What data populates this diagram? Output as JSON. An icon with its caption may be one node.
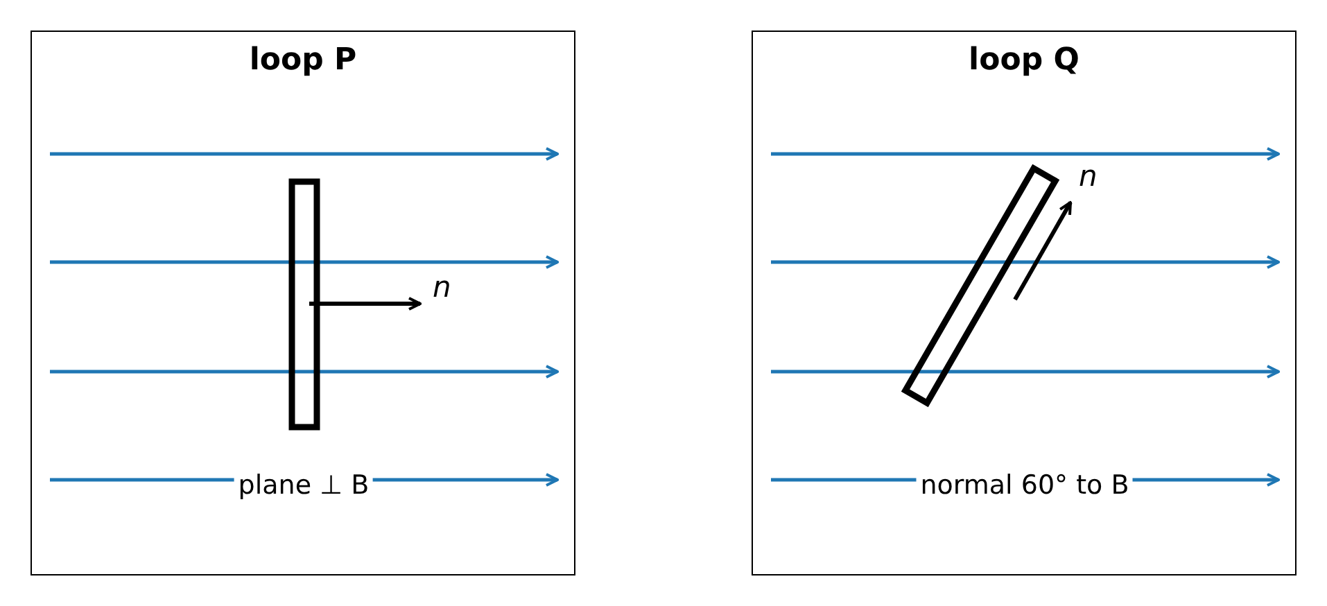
{
  "diagram": {
    "nodes": [
      {
        "text": [
          "loop P"
        ]
      },
      {
        "text": [
          "loop Q"
        ]
      }
    ],
    "labels": [
      "n",
      "plane ⊥ B",
      "n",
      "normal 60° to B"
    ]
  }
}
